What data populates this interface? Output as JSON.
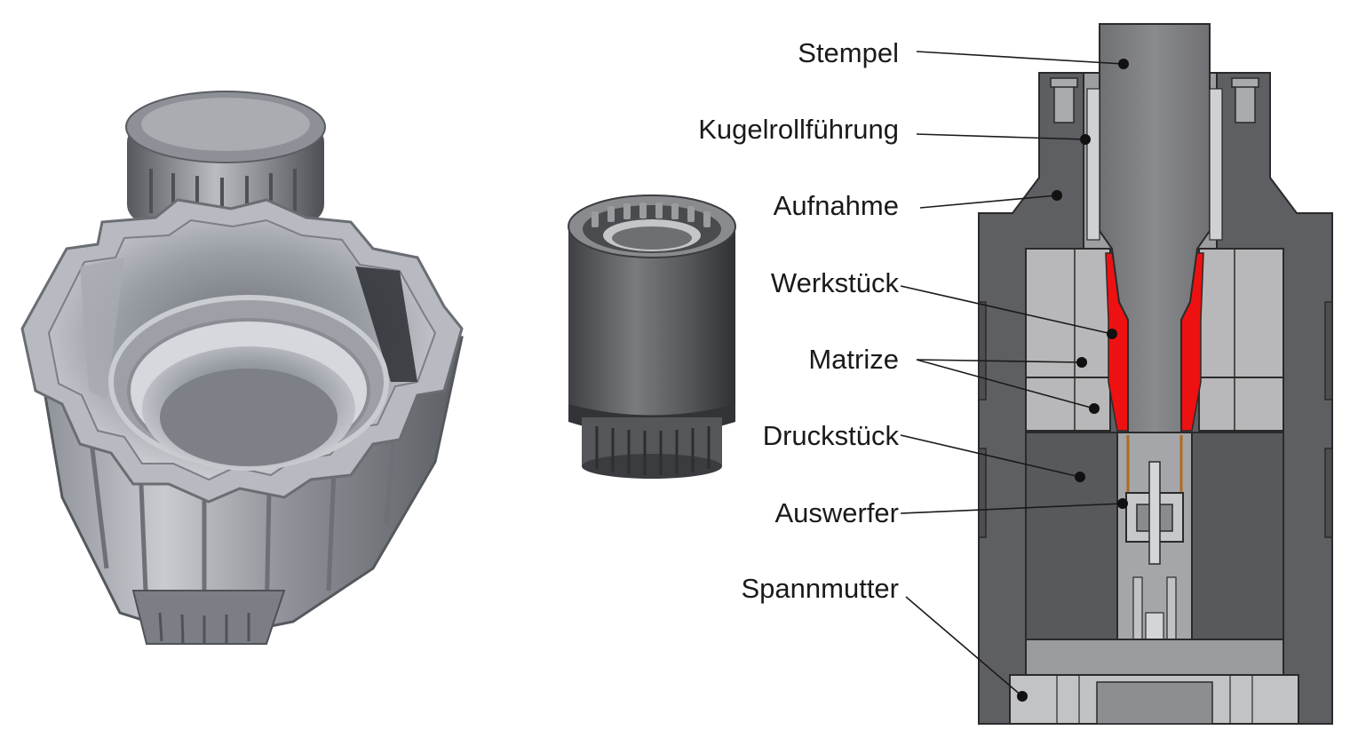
{
  "labels": {
    "stempel": "Stempel",
    "kugelrollfuehrung": "Kugelrollführung",
    "aufnahme": "Aufnahme",
    "werkstueck": "Werkstück",
    "matrize": "Matrize",
    "druckstueck": "Druckstück",
    "auswerfer": "Auswerfer",
    "spannmutter": "Spannmutter"
  },
  "colors": {
    "housing": "#5d5e62",
    "insert": "#b7b7b9",
    "workpiece": "#ee1111",
    "punch": "#7d7d80",
    "outline": "#2a2a2a"
  }
}
